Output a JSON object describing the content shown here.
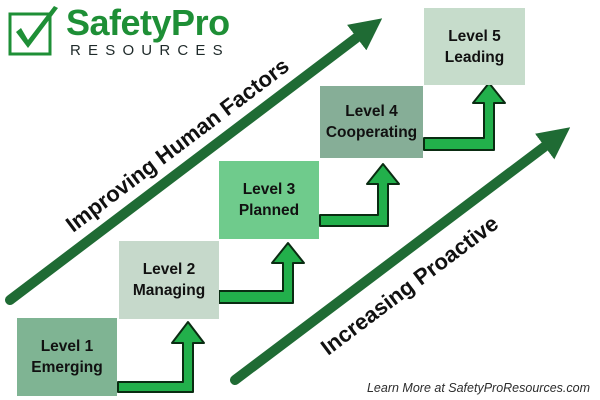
{
  "logo": {
    "brand": "SafetyPro",
    "subtitle": "RESOURCES",
    "icon": "check-mark-icon"
  },
  "steps": [
    {
      "title": "Level 1",
      "label": "Emerging"
    },
    {
      "title": "Level 2",
      "label": "Managing"
    },
    {
      "title": "Level 3",
      "label": "Planned"
    },
    {
      "title": "Level 4",
      "label": "Cooperating"
    },
    {
      "title": "Level 5",
      "label": "Leading"
    }
  ],
  "diagonal_arrows": {
    "upper": "Improving Human Factors",
    "lower": "Increasing Proactive"
  },
  "footer": "Learn More at SafetyProResources.com",
  "colors": {
    "brand_green": "#1e8f36",
    "dark_green_arrow": "#1f6b34",
    "bright_green_arrow": "#22b04b",
    "level_1": "#7fb493",
    "level_2": "#c6d9cb",
    "level_3": "#6fcb8c",
    "level_4": "#86ae97",
    "level_5": "#c6dccb"
  }
}
